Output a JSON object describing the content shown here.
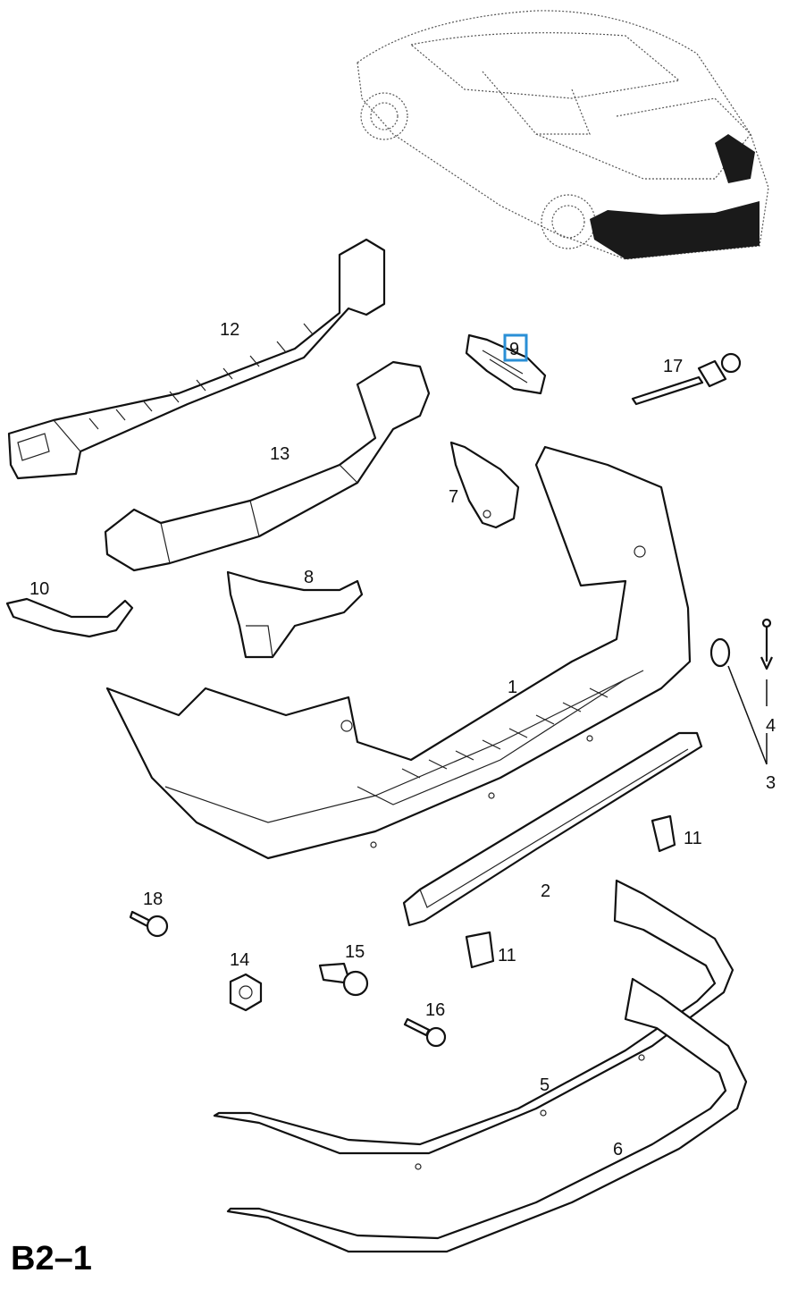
{
  "diagram": {
    "code": "B2–1",
    "highlight_color": "#2a8fd6",
    "highlighted_callout": "9",
    "callouts": {
      "c1": "1",
      "c2": "2",
      "c3": "3",
      "c4": "4",
      "c5": "5",
      "c6": "6",
      "c7": "7",
      "c8": "8",
      "c9": "9",
      "c10": "10",
      "c11a": "11",
      "c11b": "11",
      "c12": "12",
      "c13": "13",
      "c14": "14",
      "c15": "15",
      "c16": "16",
      "c17": "17",
      "c18": "18"
    }
  }
}
